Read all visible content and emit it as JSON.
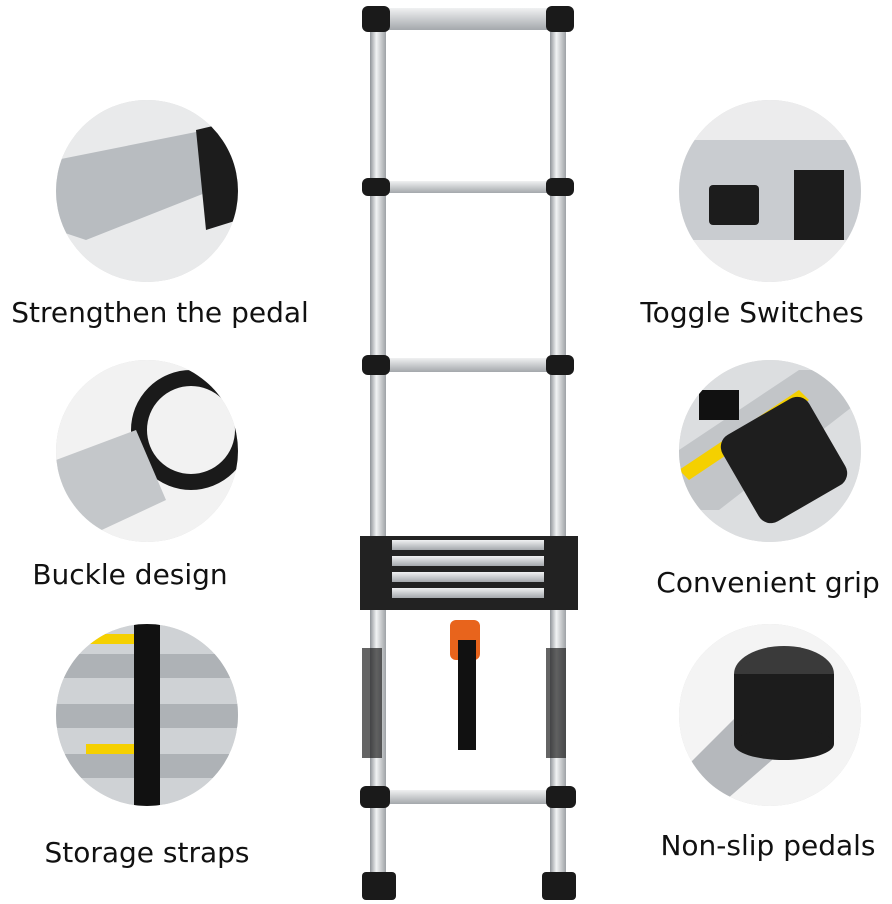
{
  "features": [
    {
      "label": "Strengthen the pedal"
    },
    {
      "label": "Buckle design"
    },
    {
      "label": "Storage straps"
    },
    {
      "label": "Toggle Switches"
    },
    {
      "label": "Convenient grip"
    },
    {
      "label": "Non-slip pedals"
    }
  ],
  "colors": {
    "aluminum": "#c9ccd0",
    "black": "#1a1a1a",
    "warning_yellow": "#f5d000",
    "strap_orange": "#e8641c"
  }
}
